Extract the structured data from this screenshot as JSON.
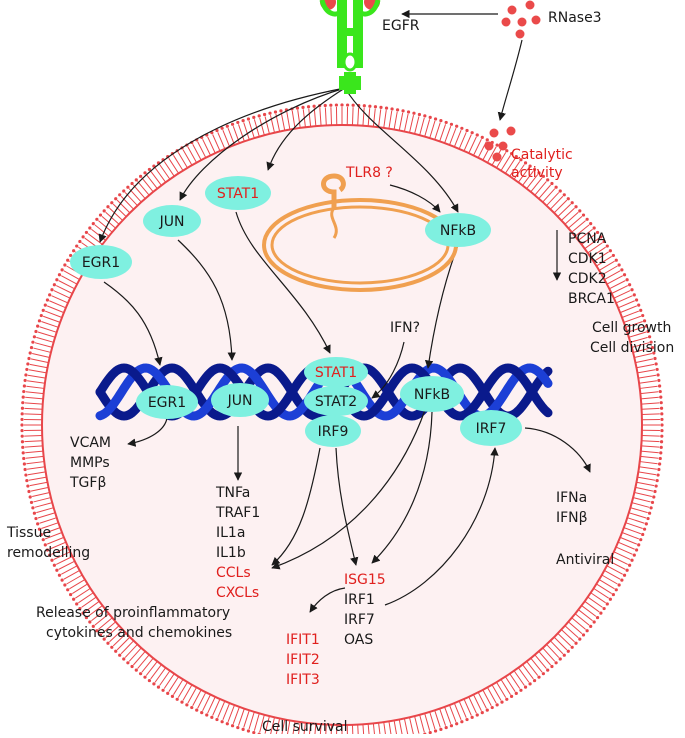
{
  "colors": {
    "membrane": "#e8464a",
    "cell_fill": "#fdf1f2",
    "node_fill": "#7ff0e0",
    "dna_dark": "#0a1a8c",
    "dna_light": "#1c3fd6",
    "receptor": "#3ae61c",
    "rnase": "#ea4a4a",
    "tlr8": "#f0a050",
    "red_text": "#e0201e",
    "black_text": "#1a1a1a"
  },
  "receptor": {
    "label": "EGFR",
    "icon": "receptor-icon"
  },
  "rnase": {
    "label": "RNase3",
    "catalytic_line1": "Catalytic",
    "catalytic_line2": "activity"
  },
  "tlr8": {
    "label": "TLR8 ?"
  },
  "nodes": {
    "egr1": "EGR1",
    "jun": "JUN",
    "stat1": "STAT1",
    "nfkb": "NFkB"
  },
  "dna_nodes": {
    "egr1": "EGR1",
    "jun": "JUN",
    "stat1": "STAT1",
    "stat2": "STAT2",
    "irf9": "IRF9",
    "nfkb": "NFkB",
    "irf7": "IRF7"
  },
  "ifn_question": "IFN?",
  "cell_cycle_genes": [
    "PCNA",
    "CDK1",
    "CDK2",
    "BRCA1"
  ],
  "cell_growth": [
    "Cell growth",
    "Cell division"
  ],
  "egr1_targets": [
    "VCAM",
    "MMPs",
    "TGFβ"
  ],
  "tissue_remodelling": [
    "Tissue",
    "remodelling"
  ],
  "jun_targets": [
    {
      "text": "TNFa",
      "red": false
    },
    {
      "text": "TRAF1",
      "red": false
    },
    {
      "text": "IL1a",
      "red": false
    },
    {
      "text": "IL1b",
      "red": false
    },
    {
      "text": "CCLs",
      "red": true
    },
    {
      "text": "CXCLs",
      "red": true
    }
  ],
  "proinflammatory": [
    "Release of proinflammatory",
    "cytokines and chemokines"
  ],
  "isg_targets": [
    {
      "text": "ISG15",
      "red": true
    },
    {
      "text": "IRF1",
      "red": false
    },
    {
      "text": "IRF7",
      "red": false
    },
    {
      "text": "OAS",
      "red": false
    }
  ],
  "ifit_targets": [
    "IFIT1",
    "IFIT2",
    "IFIT3"
  ],
  "ifn_targets": [
    "IFNa",
    "IFNβ"
  ],
  "antiviral": "Antiviral",
  "cell_survival": "Cell survival"
}
